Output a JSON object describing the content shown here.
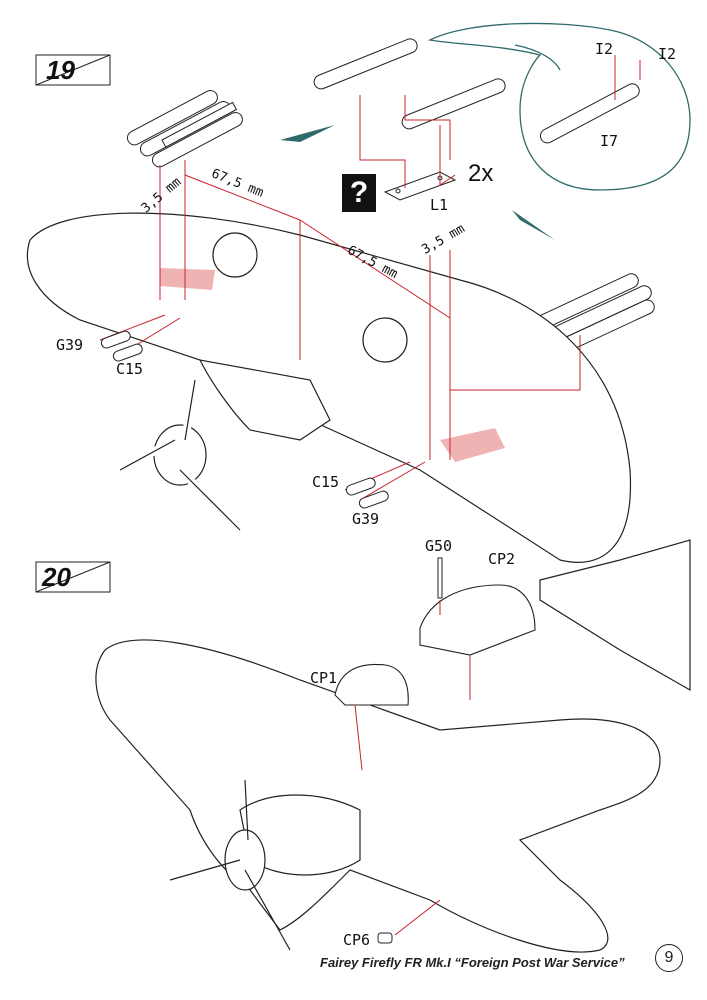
{
  "steps": {
    "step19": "19",
    "step20": "20"
  },
  "parts": {
    "i2_left": "I2",
    "i2_right": "I2",
    "i7": "I7",
    "l1": "L1",
    "g39_left": "G39",
    "c15_left": "C15",
    "c15_right": "C15",
    "g39_right": "G39",
    "g50": "G50",
    "cp2": "CP2",
    "cp1": "CP1",
    "cp6": "CP6"
  },
  "dimensions": {
    "d1": "3,5 mm",
    "d2": "67,5 mm",
    "d3": "67,5 mm",
    "d4": "3,5 mm"
  },
  "quantity": "2x",
  "question_mark": "?",
  "footer": "Fairey Firefly FR Mk.I “Foreign Post War Service”",
  "page_number": "9",
  "colors": {
    "line": "#222222",
    "guide_red": "#c8202a",
    "highlight_pink": "#f0b3b3",
    "magnifier_teal": "#2f6b6b"
  }
}
